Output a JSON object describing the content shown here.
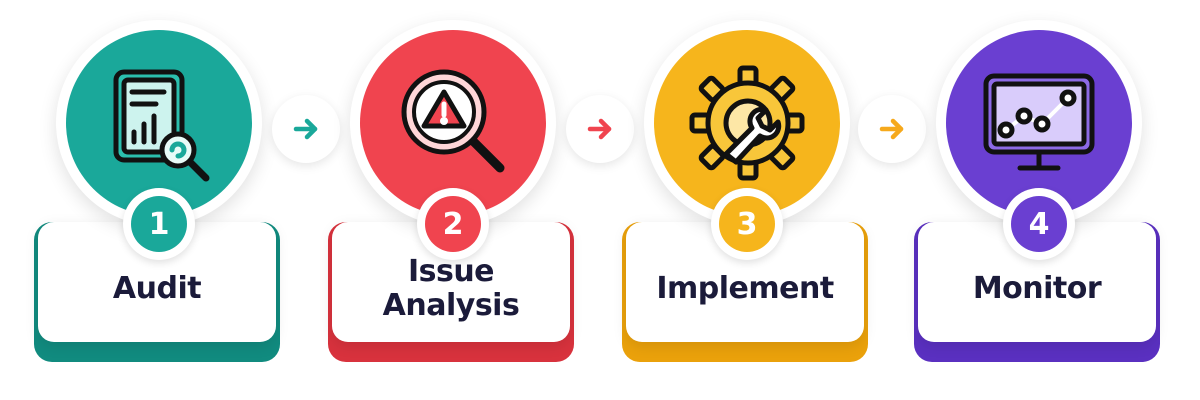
{
  "steps": [
    {
      "number": "1",
      "label": "Audit",
      "icon": "document-magnifier-icon",
      "color": "#1aa89a",
      "dark": "#118b7f"
    },
    {
      "number": "2",
      "label": "Issue Analysis",
      "icon": "warning-magnifier-icon",
      "color": "#f0444f",
      "dark": "#d8323d"
    },
    {
      "number": "3",
      "label": "Implement",
      "icon": "gear-wrench-icon",
      "color": "#f6b51c",
      "dark": "#eaa10b"
    },
    {
      "number": "4",
      "label": "Monitor",
      "icon": "monitor-chart-icon",
      "color": "#6a3fd1",
      "dark": "#5a30c0"
    }
  ],
  "arrows": [
    {
      "icon": "arrow-right-icon",
      "color": "#1aa89a"
    },
    {
      "icon": "arrow-right-icon",
      "color": "#f0444f"
    },
    {
      "icon": "arrow-right-icon",
      "color": "#f6a91c"
    }
  ]
}
